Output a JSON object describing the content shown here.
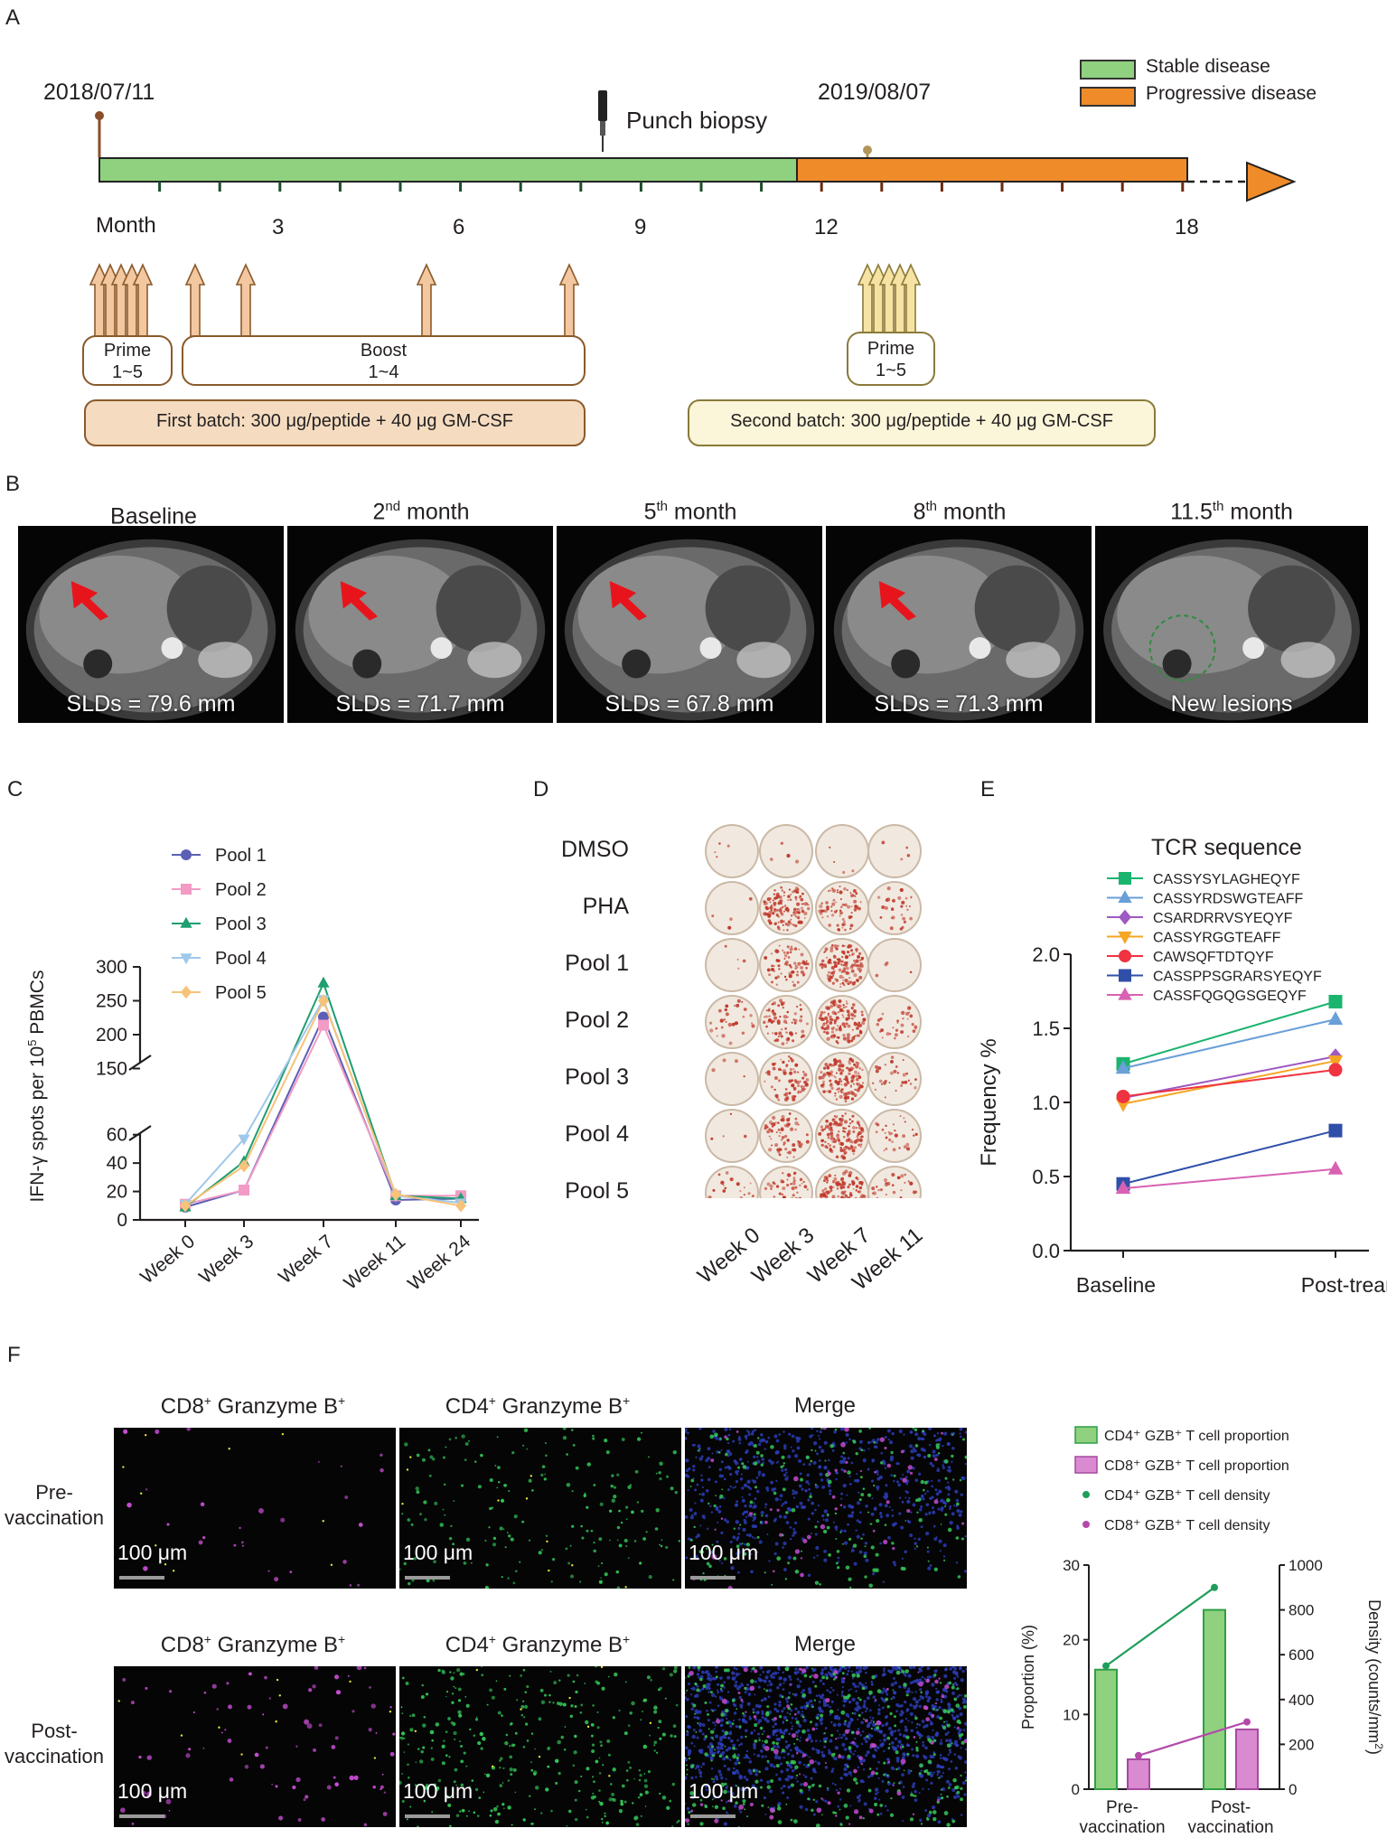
{
  "panels": {
    "a": "A",
    "b": "B",
    "c": "C",
    "d": "D",
    "e": "E",
    "f": "F"
  },
  "colors": {
    "stable": "#8fd17e",
    "progressive": "#f08b2a",
    "pool1": "#5b5fb5",
    "pool2": "#f29bc5",
    "pool3": "#1f9e6f",
    "pool4": "#9fc8ea",
    "pool5": "#f7c27a"
  },
  "timeline": {
    "start_date": "2018/07/11",
    "end_date": "2019/08/07",
    "biopsy": "Punch biopsy",
    "legend": [
      {
        "label": "Stable disease"
      },
      {
        "label": "Progressive disease"
      }
    ],
    "axis_start": "Month",
    "ticks": [
      "3",
      "6",
      "9",
      "12",
      "18"
    ],
    "prime1": {
      "title": "Prime",
      "sub": "1~5"
    },
    "boost": {
      "title": "Boost",
      "sub": "1~4"
    },
    "prime2": {
      "title": "Prime",
      "sub": "1~5"
    },
    "batch1": "First batch: 300 μg/peptide + 40 μg GM-CSF",
    "batch2": "Second batch: 300 μg/peptide + 40 μg GM-CSF"
  },
  "mri": [
    {
      "title": "Baseline",
      "sup": "",
      "suffix": "",
      "caption": "SLDs = 79.6 mm"
    },
    {
      "title": "2",
      "sup": "nd",
      "suffix": " month",
      "caption": "SLDs = 71.7 mm"
    },
    {
      "title": "5",
      "sup": "th",
      "suffix": " month",
      "caption": "SLDs = 67.8 mm"
    },
    {
      "title": "8",
      "sup": "th",
      "suffix": " month",
      "caption": "SLDs = 71.3 mm"
    },
    {
      "title": "11.5",
      "sup": "th",
      "suffix": " month",
      "caption": "New lesions"
    }
  ],
  "chart_data": [
    {
      "type": "line",
      "panel": "C",
      "ylabel_parts": {
        "pre": "IFN-γ spots per 10",
        "sup": "5",
        "post": " PBMCs"
      },
      "categories": [
        "Week 0",
        "Week 3",
        "Week 7",
        "Week 11",
        "Week 24"
      ],
      "y_ticks_lower": [
        "0",
        "20",
        "40",
        "60"
      ],
      "y_ticks_upper": [
        "150",
        "200",
        "250",
        "300"
      ],
      "broken_axis": {
        "lower": [
          0,
          70
        ],
        "upper": [
          140,
          300
        ]
      },
      "series": [
        {
          "name": "Pool 1",
          "marker": "circle",
          "values": [
            9,
            21,
            226,
            14,
            15
          ]
        },
        {
          "name": "Pool 2",
          "marker": "square",
          "values": [
            11,
            21,
            214,
            17,
            17
          ]
        },
        {
          "name": "Pool 3",
          "marker": "triangle",
          "values": [
            9,
            41,
            276,
            17,
            15
          ]
        },
        {
          "name": "Pool 4",
          "marker": "triangle-down",
          "values": [
            11,
            57,
            252,
            17,
            12
          ]
        },
        {
          "name": "Pool 5",
          "marker": "diamond",
          "values": [
            10,
            38,
            250,
            18,
            10
          ]
        }
      ]
    },
    {
      "type": "line",
      "panel": "E",
      "legend_title": "TCR sequence",
      "ylabel": "Frequency %",
      "categories": [
        "Baseline",
        "Post-treament"
      ],
      "y_ticks": [
        "0.0",
        "0.5",
        "1.0",
        "1.5",
        "2.0"
      ],
      "ylim": [
        0,
        2.0
      ],
      "series": [
        {
          "name": "CASSYSYLAGHEQYF",
          "marker": "square",
          "color": "#1bb46e",
          "values": [
            1.26,
            1.68
          ]
        },
        {
          "name": "CASSYRDSWGTEAFF",
          "marker": "triangle",
          "color": "#6a9fd8",
          "values": [
            1.23,
            1.56
          ]
        },
        {
          "name": "CSARDRRVSYEQYF",
          "marker": "diamond",
          "color": "#9e59c2",
          "values": [
            1.03,
            1.31
          ]
        },
        {
          "name": "CASSYRGGTEAFF",
          "marker": "triangle-down",
          "color": "#f5a623",
          "values": [
            0.99,
            1.28
          ]
        },
        {
          "name": "CAWSQFTDTQYF",
          "marker": "circle",
          "color": "#ef3340",
          "values": [
            1.04,
            1.22
          ]
        },
        {
          "name": "CASSPPSGRARSYEQYF",
          "marker": "square",
          "color": "#2f4fa8",
          "values": [
            0.45,
            0.81
          ]
        },
        {
          "name": "CASSFQGQGSGEQYF",
          "marker": "triangle",
          "color": "#d861b4",
          "values": [
            0.42,
            0.55
          ]
        }
      ]
    },
    {
      "type": "bar",
      "panel": "F",
      "categories": [
        "Pre-\nvaccination",
        "Post-\nvaccination"
      ],
      "ylabel_left": "Proportion (%)",
      "ylabel_right_parts": {
        "pre": "Density (counts/mm",
        "sup": "2",
        "post": ")"
      },
      "y_ticks_left": [
        "0",
        "10",
        "20",
        "30"
      ],
      "y_ticks_right": [
        "0",
        "200",
        "400",
        "600",
        "800",
        "1000"
      ],
      "ylim_left": [
        0,
        30
      ],
      "ylim_right": [
        0,
        1000
      ],
      "legend": [
        {
          "label": "CD4⁺ GZB⁺ T cell proportion",
          "kind": "bar",
          "color": "#8fd17e",
          "edge": "#2f9e45"
        },
        {
          "label": "CD8⁺ GZB⁺ T cell proportion",
          "kind": "bar",
          "color": "#d98ad1",
          "edge": "#a64aa0"
        },
        {
          "label": "CD4⁺ GZB⁺ T cell density",
          "kind": "dot",
          "color": "#1f9e5a"
        },
        {
          "label": "CD8⁺ GZB⁺ T cell density",
          "kind": "dot",
          "color": "#b34aaa"
        }
      ],
      "bars": [
        {
          "name": "CD4⁺ GZB⁺ T cell proportion",
          "values": [
            16,
            24
          ]
        },
        {
          "name": "CD8⁺ GZB⁺ T cell proportion",
          "values": [
            4,
            8
          ]
        }
      ],
      "lines": [
        {
          "name": "CD4⁺ GZB⁺ T cell density",
          "values": [
            550,
            900
          ]
        },
        {
          "name": "CD8⁺ GZB⁺ T cell density",
          "values": [
            150,
            300
          ]
        }
      ]
    }
  ],
  "elispot": {
    "rows": [
      "DMSO",
      "PHA",
      "Pool 1",
      "Pool 2",
      "Pool 3",
      "Pool 4",
      "Pool 5"
    ],
    "cols": [
      "Week 0",
      "Week 3",
      "Week 7",
      "Week 11"
    ],
    "intensity": [
      [
        0,
        0,
        0,
        0
      ],
      [
        0,
        3,
        2,
        1
      ],
      [
        0,
        2,
        3,
        0
      ],
      [
        1,
        2,
        3,
        1
      ],
      [
        0,
        2,
        3,
        1
      ],
      [
        0,
        2,
        3,
        1
      ],
      [
        1,
        2,
        3,
        1
      ]
    ]
  },
  "if": {
    "cols": [
      {
        "parts": {
          "a": "CD8",
          "sa": "+",
          "b": " Granzyme B",
          "sb": "+"
        }
      },
      {
        "parts": {
          "a": "CD4",
          "sa": "+",
          "b": " Granzyme B",
          "sb": "+"
        }
      },
      {
        "parts": {
          "a": "Merge",
          "sa": "",
          "b": "",
          "sb": ""
        }
      }
    ],
    "rows": [
      {
        "line1": "Pre-",
        "line2": "vaccination"
      },
      {
        "line1": "Post-",
        "line2": "vaccination"
      }
    ],
    "scale": "100 μm"
  }
}
